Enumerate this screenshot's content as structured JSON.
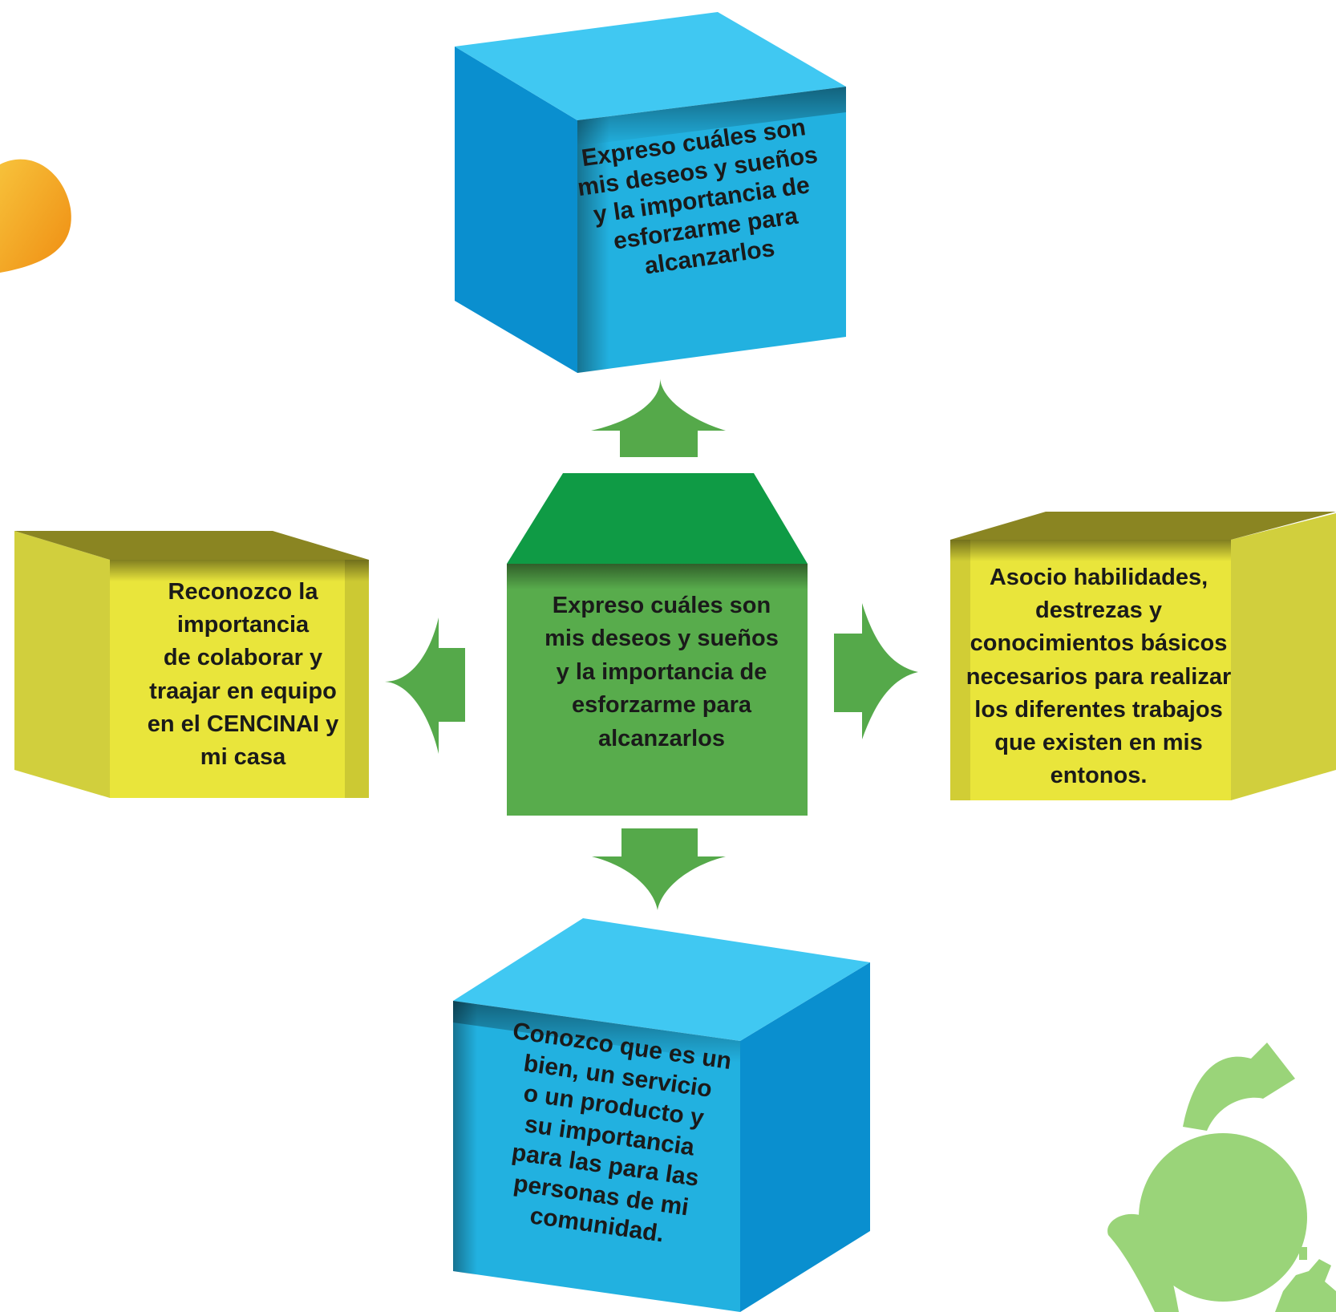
{
  "diagram": {
    "center": {
      "text": "Expreso cuáles son\nmis deseos y sueños\ny la importancia de\nesforzarme para\nalcanzarlos",
      "color_front": "#58ac4c",
      "color_top": "#0f9b45"
    },
    "top": {
      "text": "Expreso cuáles son\nmis deseos y sueños\ny la importancia de\nesforzarme para\nalcanzarlos",
      "color_front": "#22b1e0",
      "color_side": "#0a8fcf",
      "color_top": "#40c8f2"
    },
    "left": {
      "text": "Reconozco la\nimportancia\nde colaborar y\ntraajar en equipo\nen el CENCINAI y\nmi casa",
      "color_front": "#e9e53b",
      "color_side": "#d1cf3d"
    },
    "right": {
      "text": "Asocio habilidades,\ndestrezas y\nconocimientos básicos\nnecesarios para realizar\nlos diferentes trabajos\nque existen en mis\nentonos.",
      "color_front": "#e9e53b",
      "color_side": "#d1cf3d"
    },
    "bottom": {
      "text": "Conozco que es un\nbien, un servicio\no un producto y\nsu importancia\npara las para las\npersonas de mi\ncomunidad.",
      "color_front": "#22b1e0",
      "color_side": "#0a8fcf",
      "color_top": "#40c8f2"
    },
    "arrow_color": "#55a94a",
    "decor": {
      "orange_blob": "#f2a51a",
      "green_character": "#9ad479"
    }
  }
}
